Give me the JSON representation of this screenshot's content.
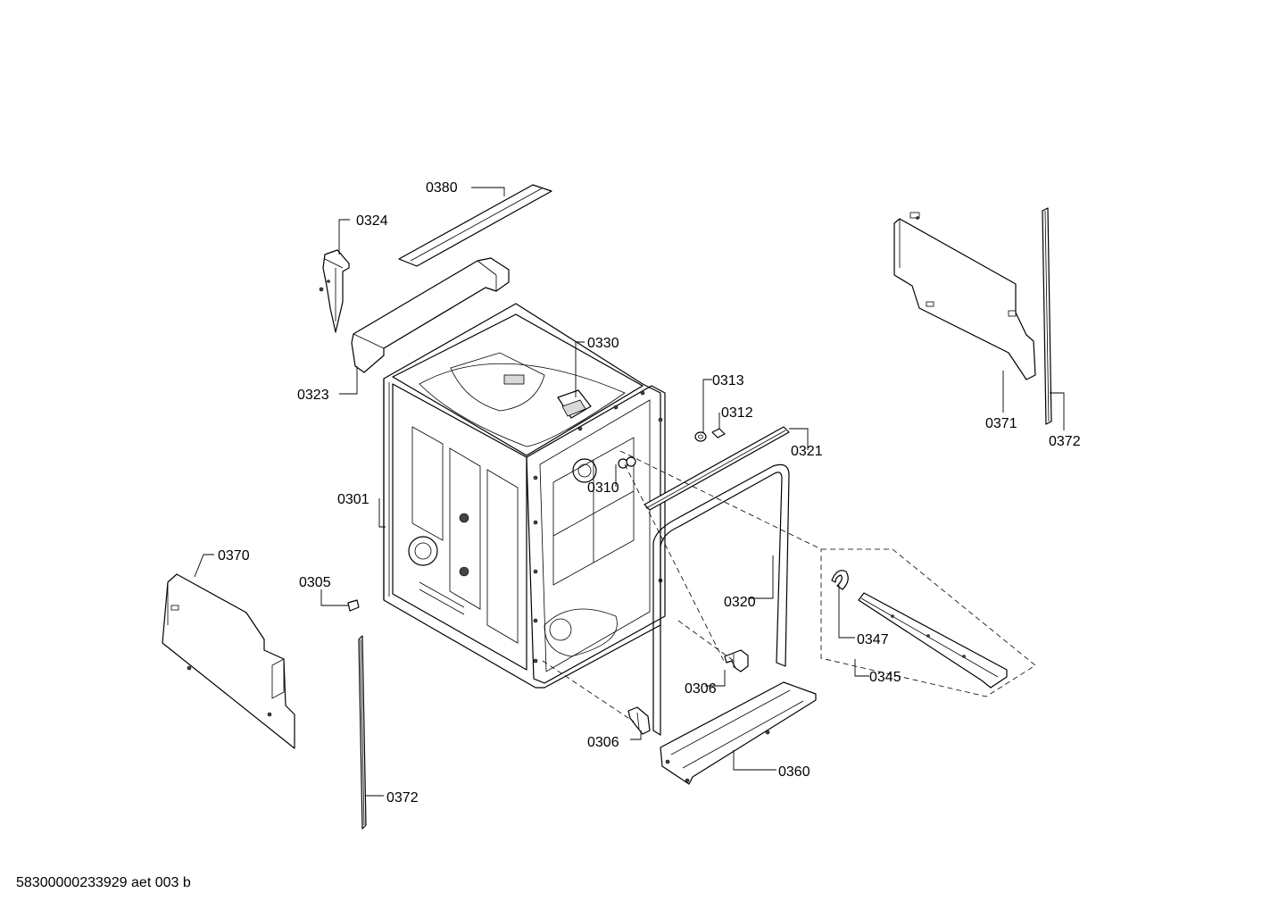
{
  "labels": {
    "p0380": "0380",
    "p0324": "0324",
    "p0323": "0323",
    "p0330": "0330",
    "p0313": "0313",
    "p0312": "0312",
    "p0321": "0321",
    "p0310": "0310",
    "p0301": "0301",
    "p0370": "0370",
    "p0305": "0305",
    "p0320": "0320",
    "p0347": "0347",
    "p0345": "0345",
    "p0306a": "0306",
    "p0306b": "0306",
    "p0360": "0360",
    "p0372a": "0372",
    "p0372b": "0372",
    "p0371": "0371"
  },
  "footer": "58300000233929 aet 003 b"
}
